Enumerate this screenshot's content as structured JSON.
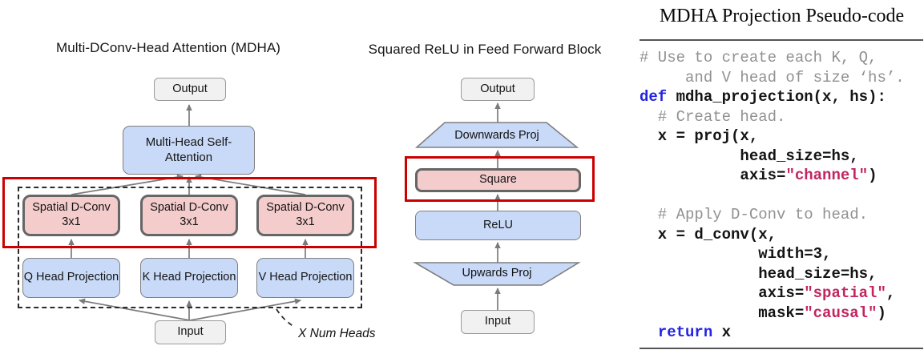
{
  "left_diagram": {
    "title": "Multi-DConv-Head Attention (MDHA)",
    "output": "Output",
    "attention": "Multi-Head Self-Attention",
    "dconv_boxes": [
      "Spatial D-Conv 3x1",
      "Spatial D-Conv 3x1",
      "Spatial D-Conv 3x1"
    ],
    "projection_boxes": [
      "Q Head Projection",
      "K Head Projection",
      "V Head Projection"
    ],
    "input": "Input",
    "heads_annotation": "X Num Heads"
  },
  "middle_diagram": {
    "title": "Squared ReLU in Feed Forward Block",
    "output": "Output",
    "downwards_proj": "Downwards Proj",
    "square": "Square",
    "relu": "ReLU",
    "upwards_proj": "Upwards Proj",
    "input": "Input"
  },
  "pseudocode": {
    "title": "MDHA Projection Pseudo-code",
    "lines": [
      [
        {
          "style": "comment",
          "text": "# Use to create each K, Q,"
        }
      ],
      [
        {
          "style": "comment",
          "text": "     and V head of size ‘hs’."
        }
      ],
      [
        {
          "style": "keyword",
          "text": "def"
        },
        {
          "style": "plain",
          "text": " mdha_projection(x, hs):"
        }
      ],
      [
        {
          "style": "comment",
          "text": "  # Create head."
        }
      ],
      [
        {
          "style": "plain",
          "text": "  x = proj(x,"
        }
      ],
      [
        {
          "style": "plain",
          "text": "           head_size=hs,"
        }
      ],
      [
        {
          "style": "plain",
          "text": "           axis="
        },
        {
          "style": "string",
          "text": "\"channel\""
        },
        {
          "style": "plain",
          "text": ")"
        }
      ],
      [],
      [
        {
          "style": "comment",
          "text": "  # Apply D-Conv to head."
        }
      ],
      [
        {
          "style": "plain",
          "text": "  x = d_conv(x,"
        }
      ],
      [
        {
          "style": "plain",
          "text": "             width=3,"
        }
      ],
      [
        {
          "style": "plain",
          "text": "             head_size=hs,"
        }
      ],
      [
        {
          "style": "plain",
          "text": "             axis="
        },
        {
          "style": "string",
          "text": "\"spatial\""
        },
        {
          "style": "plain",
          "text": ","
        }
      ],
      [
        {
          "style": "plain",
          "text": "             mask="
        },
        {
          "style": "string",
          "text": "\"causal\""
        },
        {
          "style": "plain",
          "text": ")"
        }
      ],
      [
        {
          "style": "plain",
          "text": "  "
        },
        {
          "style": "keyword",
          "text": "return"
        },
        {
          "style": "plain",
          "text": " x"
        }
      ]
    ]
  },
  "colors": {
    "highlight_red": "#cc0000",
    "box_blue": "#c9daf8",
    "box_pink": "#f4cccc",
    "box_gray": "#f1f1f2",
    "keyword_blue": "#2323e0",
    "string_crimson": "#c2255f",
    "comment_gray": "#919191",
    "arrow_gray": "#7b7b7b"
  }
}
